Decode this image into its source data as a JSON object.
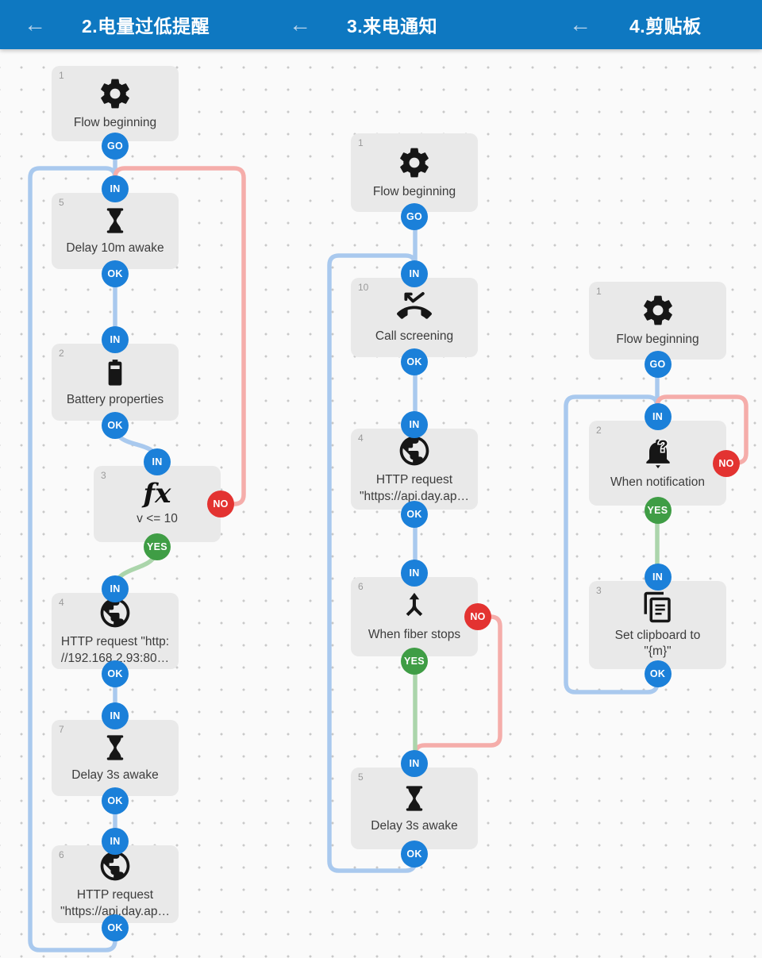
{
  "header": {
    "back_label": "←",
    "titles": [
      "2.电量过低提醒",
      "3.来电通知",
      "4.剪贴板"
    ]
  },
  "ports": {
    "go": "GO",
    "in": "IN",
    "ok": "OK",
    "yes": "YES",
    "no": "NO"
  },
  "colors": {
    "header_bg": "#0e78c1",
    "badge_blue": "#1b80d9",
    "badge_green": "#3f9d45",
    "badge_red": "#e33331",
    "wire_blue": "#a9c9ee",
    "wire_green": "#abd5ab",
    "wire_red": "#f5adaa",
    "block_bg": "#e9e9e9",
    "canvas_bg": "#fafafa"
  },
  "panels": [
    {
      "title": "2.电量过低提醒",
      "blocks": [
        {
          "num": "1",
          "icon": "gear-icon",
          "label": "Flow beginning"
        },
        {
          "num": "5",
          "icon": "hourglass-icon",
          "label": "Delay 10m awake"
        },
        {
          "num": "2",
          "icon": "battery-icon",
          "label": "Battery properties"
        },
        {
          "num": "3",
          "icon": "function-icon",
          "icon_text": "fx",
          "label": "v <= 10"
        },
        {
          "num": "4",
          "icon": "globe-icon",
          "label": "HTTP request \"http:\n//192.168.2.93:80…"
        },
        {
          "num": "7",
          "icon": "hourglass-icon",
          "label": "Delay 3s awake"
        },
        {
          "num": "6",
          "icon": "globe-icon",
          "label": "HTTP request\n\"https://api.day.ap…"
        }
      ]
    },
    {
      "title": "3.来电通知",
      "blocks": [
        {
          "num": "1",
          "icon": "gear-icon",
          "label": "Flow beginning"
        },
        {
          "num": "10",
          "icon": "call-screening-icon",
          "label": "Call screening"
        },
        {
          "num": "4",
          "icon": "globe-icon",
          "label": "HTTP request\n\"https://api.day.ap…"
        },
        {
          "num": "6",
          "icon": "merge-icon",
          "label": "When fiber stops"
        },
        {
          "num": "5",
          "icon": "hourglass-icon",
          "label": "Delay 3s awake"
        }
      ]
    },
    {
      "title": "4.剪贴板",
      "blocks": [
        {
          "num": "1",
          "icon": "gear-icon",
          "label": "Flow beginning"
        },
        {
          "num": "2",
          "icon": "bell-question-icon",
          "label": "When notification"
        },
        {
          "num": "3",
          "icon": "clipboard-icon",
          "label": "Set clipboard to\n\"{m}\""
        }
      ]
    }
  ]
}
